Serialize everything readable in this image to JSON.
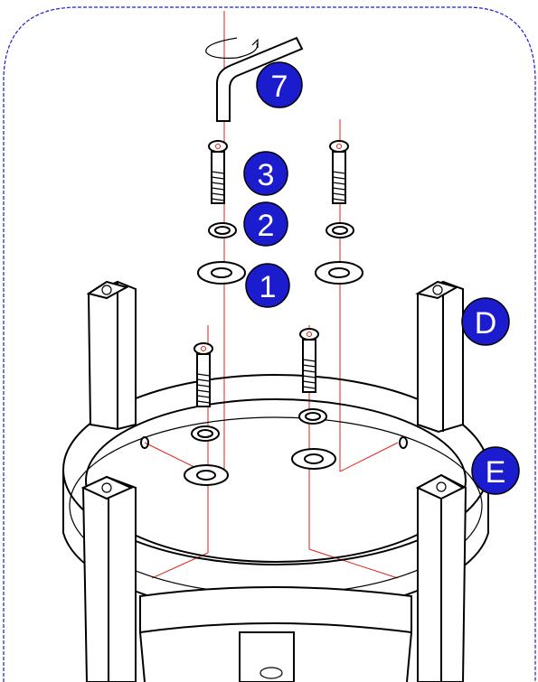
{
  "diagram": {
    "callouts": {
      "allen_key": "7",
      "bolt": "3",
      "spring_washer": "2",
      "flat_washer": "1",
      "leg": "D",
      "ring": "E"
    }
  },
  "colors": {
    "badge_fill": "#1c1ccf",
    "frame_border": "#1c1ccf",
    "guide_lines": "#e0201a",
    "line_art": "#000000"
  },
  "icons": [
    "allen-key-icon",
    "rotation-arrow-icon"
  ]
}
